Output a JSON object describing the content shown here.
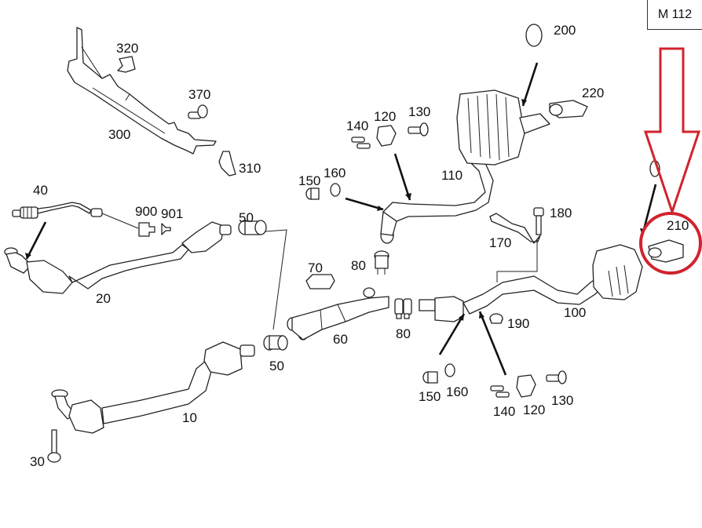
{
  "diagram": {
    "title": "Exhaust system parts diagram",
    "model_code": "M 112",
    "highlight_color": "#d0232e",
    "highlighted_part": "210",
    "callouts": [
      {
        "id": "c10",
        "label": "10"
      },
      {
        "id": "c20",
        "label": "20"
      },
      {
        "id": "c30",
        "label": "30"
      },
      {
        "id": "c40",
        "label": "40"
      },
      {
        "id": "c50a",
        "label": "50"
      },
      {
        "id": "c50b",
        "label": "50"
      },
      {
        "id": "c60",
        "label": "60"
      },
      {
        "id": "c70",
        "label": "70"
      },
      {
        "id": "c80a",
        "label": "80"
      },
      {
        "id": "c80b",
        "label": "80"
      },
      {
        "id": "c100",
        "label": "100"
      },
      {
        "id": "c110",
        "label": "110"
      },
      {
        "id": "c120a",
        "label": "120"
      },
      {
        "id": "c120b",
        "label": "120"
      },
      {
        "id": "c130a",
        "label": "130"
      },
      {
        "id": "c130b",
        "label": "130"
      },
      {
        "id": "c140a",
        "label": "140"
      },
      {
        "id": "c140b",
        "label": "140"
      },
      {
        "id": "c150a",
        "label": "150"
      },
      {
        "id": "c150b",
        "label": "150"
      },
      {
        "id": "c160a",
        "label": "160"
      },
      {
        "id": "c160b",
        "label": "160"
      },
      {
        "id": "c170",
        "label": "170"
      },
      {
        "id": "c180",
        "label": "180"
      },
      {
        "id": "c190",
        "label": "190"
      },
      {
        "id": "c200",
        "label": "200"
      },
      {
        "id": "c210",
        "label": "210"
      },
      {
        "id": "c220",
        "label": "220"
      },
      {
        "id": "c300",
        "label": "300"
      },
      {
        "id": "c310",
        "label": "310"
      },
      {
        "id": "c320",
        "label": "320"
      },
      {
        "id": "c370",
        "label": "370"
      },
      {
        "id": "c900",
        "label": "900"
      },
      {
        "id": "c901",
        "label": "901"
      }
    ]
  }
}
